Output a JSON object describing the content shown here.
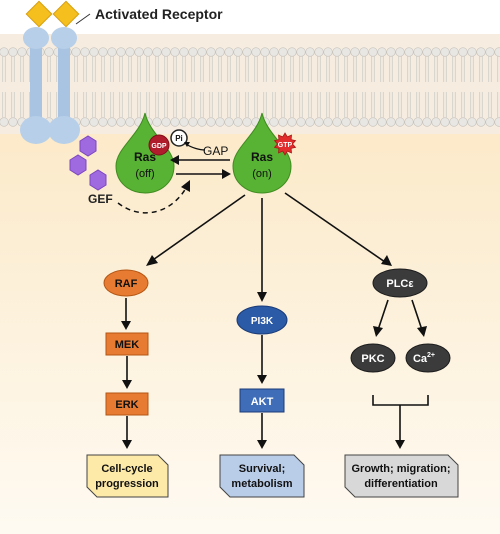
{
  "receptor": {
    "title": "Activated Receptor"
  },
  "ras_off": {
    "name": "Ras",
    "state": "(off)",
    "badge": "GDP"
  },
  "ras_on": {
    "name": "Ras",
    "state": "(on)",
    "badge": "GTP"
  },
  "pi": {
    "label": "Pi"
  },
  "gap": {
    "label": "GAP"
  },
  "gef": {
    "label": "GEF"
  },
  "pathways": {
    "raf": "RAF",
    "mek": "MEK",
    "erk": "ERK",
    "cell_cycle_line1": "Cell-cycle",
    "cell_cycle_line2": "progression",
    "pi3k": "PI3K",
    "akt": "AKT",
    "survival_line1": "Survival;",
    "survival_line2": "metabolism",
    "plce": "PLCε",
    "pkc": "PKC",
    "ca_base": "Ca",
    "ca_sup": "2+",
    "growth_line1": "Growth; migration;",
    "growth_line2": "differentiation"
  },
  "colors": {
    "cytoplasm": "#fcf0d8",
    "membrane": "#e4e2de",
    "receptor": "#b3cbe4",
    "ligand": "#f5bf1e",
    "ras_green": "#58b233",
    "gdp_red": "#b11c2c",
    "gtp_red": "#e22b2b",
    "gef_purple": "#9f69e0",
    "raf_orange": "#e87b32",
    "pi3k_blue": "#2b5aa6",
    "plce_dark": "#3b3b3b",
    "box_yellow": "#fde9a8",
    "box_blue": "#b9cce8",
    "box_gray": "#d8d8d8"
  }
}
